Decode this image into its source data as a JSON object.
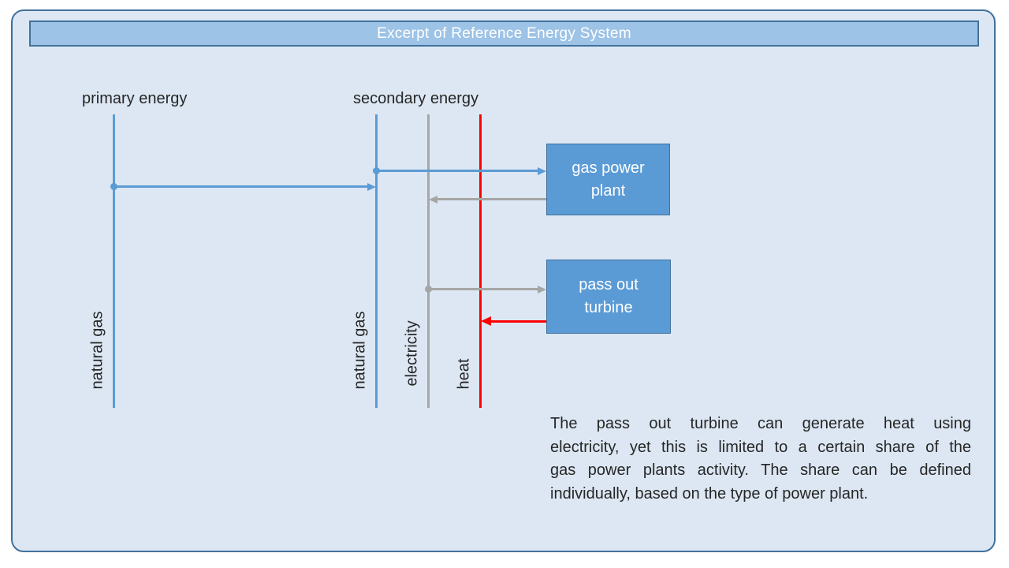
{
  "title": "Excerpt of Reference Energy System",
  "columns": {
    "primary": {
      "label": "primary energy"
    },
    "secondary": {
      "label": "secondary energy"
    }
  },
  "carriers": [
    {
      "id": "natural-gas-primary",
      "label": "natural gas",
      "color": "#5b9bd5"
    },
    {
      "id": "natural-gas-secondary",
      "label": "natural gas",
      "color": "#5b9bd5"
    },
    {
      "id": "electricity",
      "label": "electricity",
      "color": "#a6a6a6"
    },
    {
      "id": "heat",
      "label": "heat",
      "color": "#ff0000"
    }
  ],
  "nodes": {
    "gas_power_plant": {
      "line1": "gas power",
      "line2": "plant"
    },
    "pass_out_turbine": {
      "line1": "pass out",
      "line2": "turbine"
    }
  },
  "flows": [
    {
      "id": "natural-gas-primary-to-secondary",
      "color": "#5b9bd5"
    },
    {
      "id": "natural-gas-to-gas-power-plant",
      "color": "#5b9bd5"
    },
    {
      "id": "gas-power-plant-to-electricity",
      "color": "#a6a6a6"
    },
    {
      "id": "electricity-to-pass-out-turbine",
      "color": "#a6a6a6"
    },
    {
      "id": "pass-out-turbine-to-heat",
      "color": "#ff0000"
    }
  ],
  "description": {
    "lines": [
      "The pass out turbine can generate heat using",
      "electricity, yet this is limited to a certain share of the",
      "gas power plants activity.  The share can be defined",
      "individually, based on the type of power plant."
    ]
  },
  "colors": {
    "accent_blue": "#5b9bd5",
    "border_blue": "#41719c",
    "title_fill": "#9dc3e6",
    "frame_fill": "#dce7f3",
    "line_gray": "#a6a6a6",
    "line_red": "#ff0000",
    "text_dark": "#262626"
  }
}
